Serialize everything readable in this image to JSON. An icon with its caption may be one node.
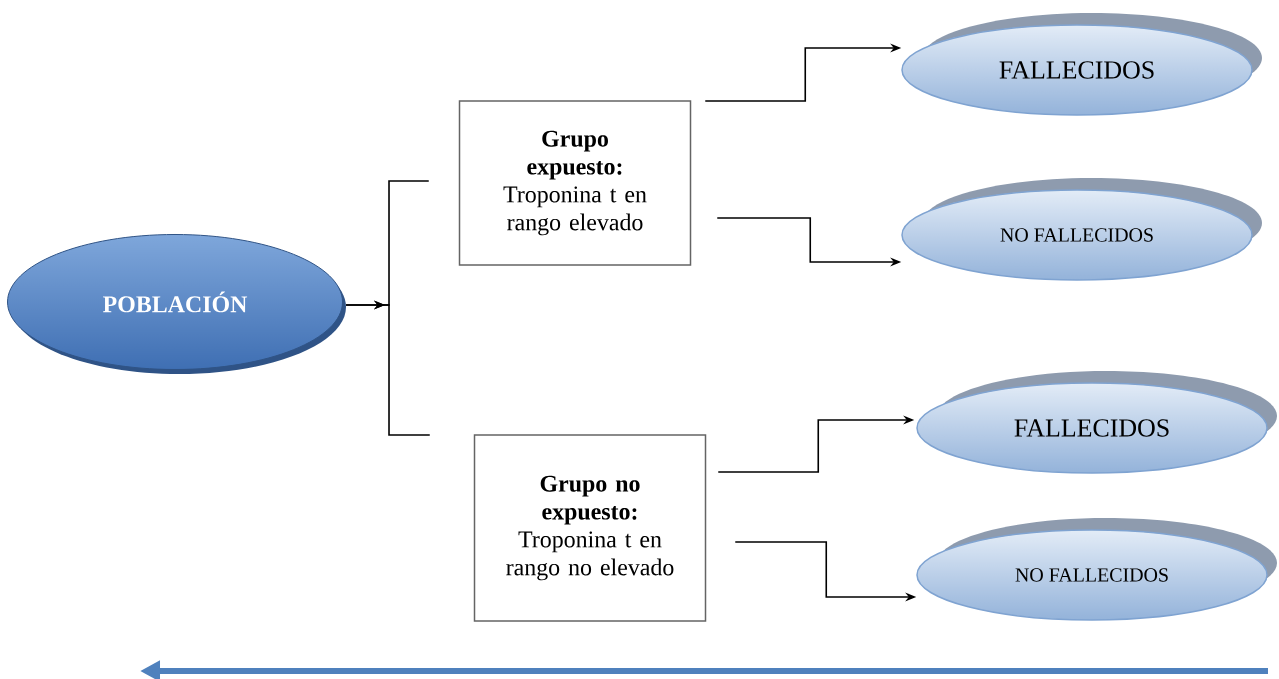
{
  "diagram": {
    "nodes": [
      {
        "text": [
          "POBLACIÓN"
        ]
      },
      {
        "text": [
          "Grupo expuesto:",
          "Troponina t en rango elevado"
        ]
      },
      {
        "text": [
          "FALLECIDOS"
        ]
      },
      {
        "text": [
          "NO FALLECIDOS"
        ]
      },
      {
        "text": [
          "Grupo no expuesto:",
          "Troponina t en rango no elevado"
        ]
      },
      {
        "text": [
          "FALLECIDOS"
        ]
      },
      {
        "text": [
          "NO FALLECIDOS"
        ]
      }
    ],
    "edges": [
      {
        "from": 0,
        "to": 1,
        "arrow": "to"
      },
      {
        "from": 0,
        "to": 4,
        "arrow": "to"
      },
      {
        "from": 1,
        "to": 2,
        "arrow": "to"
      },
      {
        "from": 1,
        "to": 3,
        "arrow": "to"
      },
      {
        "from": 4,
        "to": 5,
        "arrow": "to"
      },
      {
        "from": 4,
        "to": 6,
        "arrow": "to"
      }
    ]
  }
}
